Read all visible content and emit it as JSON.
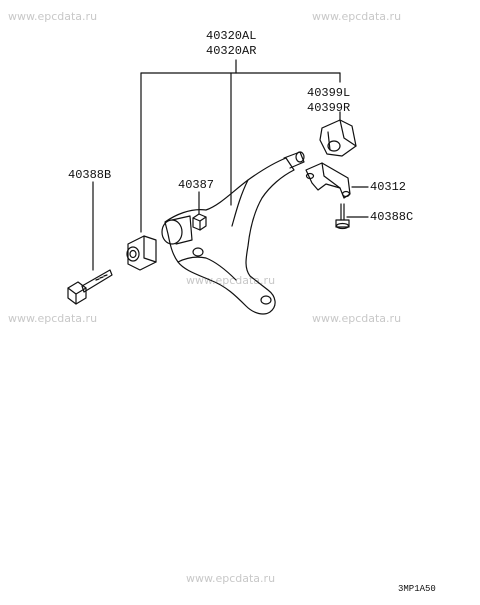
{
  "watermark": "www.epcdata.ru",
  "labels": {
    "arm_left": "40320AL",
    "arm_right": "40320AR",
    "bushing_left": "40399L",
    "bushing_right": "40399R",
    "bolt_b": "40388B",
    "nut": "40387",
    "bracket": "40312",
    "bolt_c": "40388C"
  },
  "diagram_code": "3MP1A50"
}
